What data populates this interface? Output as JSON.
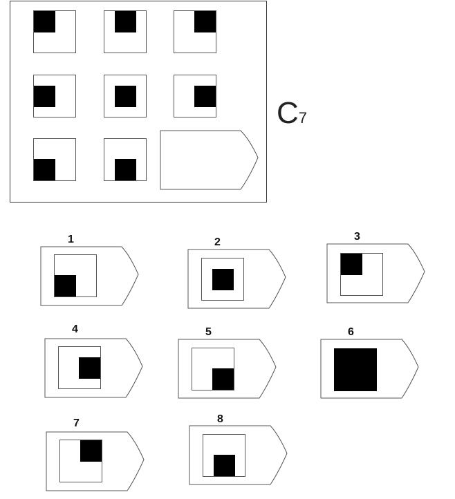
{
  "puzzle": {
    "title": "C",
    "title_sub": "7"
  },
  "options": [
    {
      "label": "1"
    },
    {
      "label": "2"
    },
    {
      "label": "3"
    },
    {
      "label": "4"
    },
    {
      "label": "5"
    },
    {
      "label": "6"
    },
    {
      "label": "7"
    },
    {
      "label": "8"
    }
  ]
}
